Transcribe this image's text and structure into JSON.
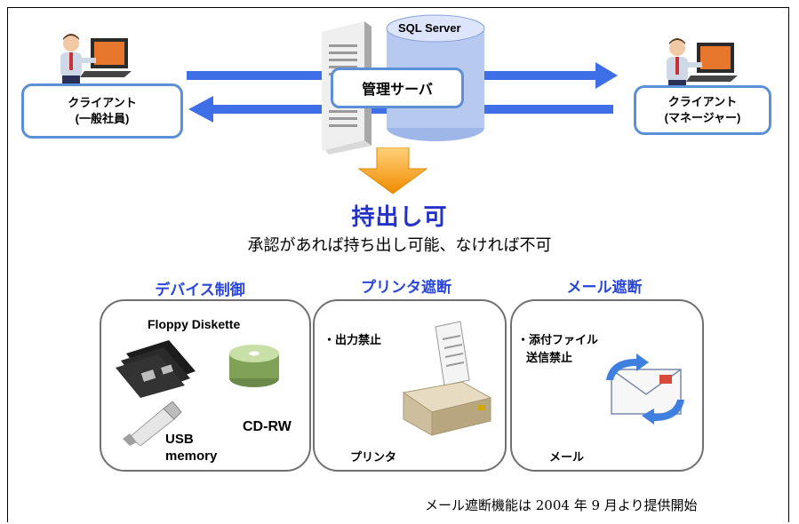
{
  "db_label": "SQL Server",
  "server_label": "管理サーバ",
  "client_left": {
    "line1": "クライアント",
    "line2": "(一般社員)"
  },
  "client_right": {
    "line1": "クライアント",
    "line2": "(マネージャー)"
  },
  "main_title": "持出し可",
  "subtitle": "承認があれば持ち出し可能、なければ不可",
  "categories": [
    {
      "title": "デバイス制御",
      "items": [
        "Floppy Diskette",
        "CD-RW",
        "USB",
        "memory"
      ]
    },
    {
      "title": "プリンタ遮断",
      "bullet": "・出力禁止",
      "caption": "プリンタ"
    },
    {
      "title": "メール遮断",
      "bullet_line1": "・添付ファイル",
      "bullet_line2": "送信禁止",
      "caption": "メール"
    }
  ],
  "footnote": "メール遮断機能は 2004 年 9 月より提供開始",
  "colors": {
    "arrow_blue": "#3f6fe6",
    "box_border": "#5b8fd6",
    "title_blue": "#2432c8",
    "down_arrow": "#f39c12"
  }
}
